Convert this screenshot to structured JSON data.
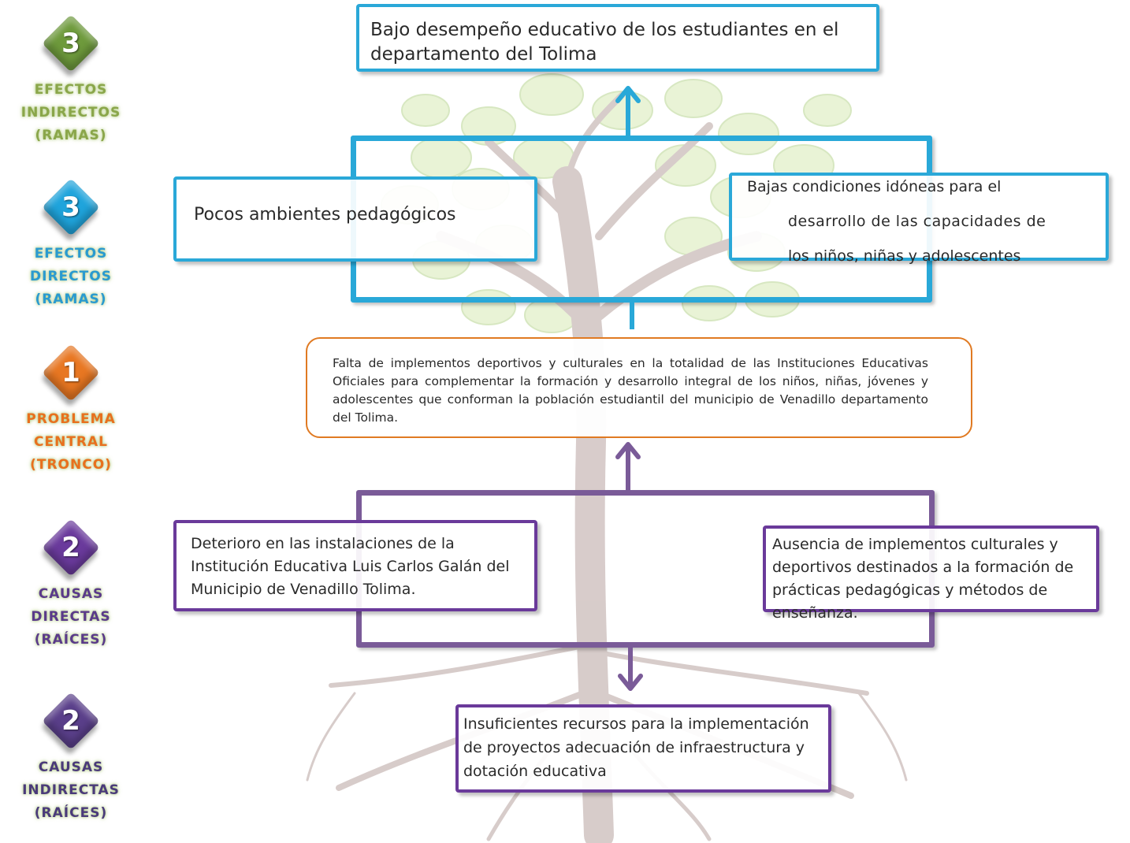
{
  "legend": [
    {
      "number": "3",
      "lines": [
        "EFECTOS",
        "INDIRECTOS",
        "(RAMAS)"
      ],
      "color": "#6e9a3c",
      "text_color": "#8aa64a"
    },
    {
      "number": "3",
      "lines": [
        "EFECTOS",
        "DIRECTOS",
        "(RAMAS)"
      ],
      "color": "#1fa4dc",
      "text_color": "#2a9ad0"
    },
    {
      "number": "1",
      "lines": [
        "PROBLEMA",
        "CENTRAL",
        "(TRONCO)"
      ],
      "color": "#e87722",
      "text_color": "#e8701e"
    },
    {
      "number": "2",
      "lines": [
        "CAUSAS",
        "DIRECTAS",
        "(RAÍCES)"
      ],
      "color": "#6a3a9c",
      "text_color": "#5a3a8a"
    },
    {
      "number": "2",
      "lines": [
        "CAUSAS",
        "INDIRECTAS",
        "(RAÍCES)"
      ],
      "color": "#5a3f8a",
      "text_color": "#4a3a7a"
    }
  ],
  "boxes": {
    "indirect_effect": "Bajo desempeño educativo de los estudiantes en el departamento del Tolima",
    "direct_effect_left": "Pocos ambientes pedagógicos",
    "direct_effect_right_line1": "Bajas condiciones idóneas para el",
    "direct_effect_right_line2": "desarrollo de las capacidades de",
    "direct_effect_right_line3": "los niños, niñas y adolescentes",
    "central_problem": "Falta de implementos deportivos y culturales en la totalidad de las Instituciones Educativas Oficiales para complementar la formación y desarrollo integral de los niños, niñas, jóvenes y adolescentes que conforman la población estudiantil del municipio de Venadillo departamento del Tolima.",
    "direct_cause_left": "Deterioro en las instalaciones de la Institución Educativa Luis Carlos Galán del Municipio de Venadillo Tolima.",
    "direct_cause_right": "Ausencia de implementos culturales y deportivos destinados a la formación de prácticas pedagógicas y métodos de enseñanza.",
    "indirect_cause": "Insuficientes recursos para la implementación de proyectos adecuación de infraestructura y dotación educativa"
  },
  "colors": {
    "effects": "#2aa8d8",
    "problem": "#e07a22",
    "causes": "#6a3a9a",
    "tree_leaves": "#cfe6a6",
    "tree_trunk": "#a88f8c"
  }
}
